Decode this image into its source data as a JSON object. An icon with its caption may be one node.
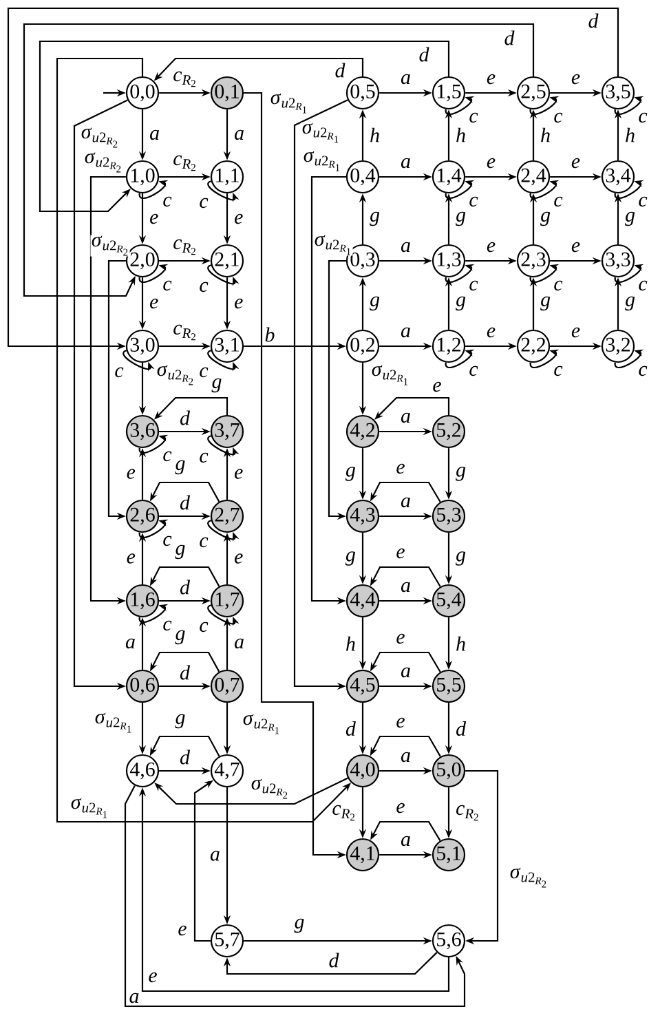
{
  "diagram": {
    "nodes": [
      {
        "text": [
          "0,0"
        ]
      },
      {
        "text": [
          "0,1"
        ]
      },
      {
        "text": [
          "0,5"
        ]
      },
      {
        "text": [
          "1,5"
        ]
      },
      {
        "text": [
          "2,5"
        ]
      },
      {
        "text": [
          "3,5"
        ]
      },
      {
        "text": [
          "1,0"
        ]
      },
      {
        "text": [
          "1,1"
        ]
      },
      {
        "text": [
          "0,4"
        ]
      },
      {
        "text": [
          "1,4"
        ]
      },
      {
        "text": [
          "2,4"
        ]
      },
      {
        "text": [
          "3,4"
        ]
      },
      {
        "text": [
          "2,0"
        ]
      },
      {
        "text": [
          "2,1"
        ]
      },
      {
        "text": [
          "0,3"
        ]
      },
      {
        "text": [
          "1,3"
        ]
      },
      {
        "text": [
          "2,3"
        ]
      },
      {
        "text": [
          "3,3"
        ]
      },
      {
        "text": [
          "3,0"
        ]
      },
      {
        "text": [
          "3,1"
        ]
      },
      {
        "text": [
          "0,2"
        ]
      },
      {
        "text": [
          "1,2"
        ]
      },
      {
        "text": [
          "2,2"
        ]
      },
      {
        "text": [
          "3,2"
        ]
      },
      {
        "text": [
          "3,6"
        ]
      },
      {
        "text": [
          "3,7"
        ]
      },
      {
        "text": [
          "4,2"
        ]
      },
      {
        "text": [
          "5,2"
        ]
      },
      {
        "text": [
          "2,6"
        ]
      },
      {
        "text": [
          "2,7"
        ]
      },
      {
        "text": [
          "4,3"
        ]
      },
      {
        "text": [
          "5,3"
        ]
      },
      {
        "text": [
          "1,6"
        ]
      },
      {
        "text": [
          "1,7"
        ]
      },
      {
        "text": [
          "4,4"
        ]
      },
      {
        "text": [
          "5,4"
        ]
      },
      {
        "text": [
          "0,6"
        ]
      },
      {
        "text": [
          "0,7"
        ]
      },
      {
        "text": [
          "4,5"
        ]
      },
      {
        "text": [
          "5,5"
        ]
      },
      {
        "text": [
          "4,6"
        ]
      },
      {
        "text": [
          "4,7"
        ]
      },
      {
        "text": [
          "4,0"
        ]
      },
      {
        "text": [
          "5,0"
        ]
      },
      {
        "text": [
          "4,1"
        ]
      },
      {
        "text": [
          "5,1"
        ]
      },
      {
        "text": [
          "5,7"
        ]
      },
      {
        "text": [
          "5,6"
        ]
      }
    ],
    "edges": [
      {
        "from": null,
        "to": 0,
        "arrow": "to"
      },
      {
        "from": 0,
        "to": 1,
        "arrow": "to",
        "label": "c_{R_2}"
      },
      {
        "from": 0,
        "to": 6,
        "arrow": "to",
        "label": "a"
      },
      {
        "from": 1,
        "to": 7,
        "arrow": "to",
        "label": "a"
      },
      {
        "from": 6,
        "to": 7,
        "arrow": "to",
        "label": "c_{R_2}"
      },
      {
        "from": 6,
        "to": 6,
        "arrow": "to",
        "label": "c"
      },
      {
        "from": 7,
        "to": 7,
        "arrow": "to",
        "label": "c"
      },
      {
        "from": 6,
        "to": 12,
        "arrow": "to",
        "label": "e"
      },
      {
        "from": 7,
        "to": 13,
        "arrow": "to",
        "label": "e"
      },
      {
        "from": 12,
        "to": 13,
        "arrow": "to",
        "label": "c_{R_2}"
      },
      {
        "from": 12,
        "to": 12,
        "arrow": "to",
        "label": "c"
      },
      {
        "from": 13,
        "to": 13,
        "arrow": "to",
        "label": "c"
      },
      {
        "from": 12,
        "to": 18,
        "arrow": "to",
        "label": "e"
      },
      {
        "from": 13,
        "to": 19,
        "arrow": "to",
        "label": "e"
      },
      {
        "from": 18,
        "to": 19,
        "arrow": "to",
        "label": "c_{R_2}"
      },
      {
        "from": 18,
        "to": 18,
        "arrow": "to",
        "label": "c"
      },
      {
        "from": 19,
        "to": 19,
        "arrow": "to",
        "label": "c"
      },
      {
        "from": 18,
        "to": 24,
        "arrow": "to",
        "label": "\\sigma_{u2_{R_2}}"
      },
      {
        "from": 19,
        "to": 20,
        "arrow": "to",
        "label": "b"
      },
      {
        "from": 1,
        "to": 44,
        "arrow": "to",
        "label": "\\sigma_{u2_{R_1}}"
      },
      {
        "from": 0,
        "to": 36,
        "arrow": "to",
        "label": "\\sigma_{u2_{R_2}}"
      },
      {
        "from": 6,
        "to": 32,
        "arrow": "to",
        "label": "\\sigma_{u2_{R_2}}"
      },
      {
        "from": 12,
        "to": 28,
        "arrow": "to",
        "label": "\\sigma_{u2_{R_2}}"
      },
      {
        "from": 0,
        "to": 42,
        "arrow": "to",
        "label": "\\sigma_{u2_{R_1}}"
      },
      {
        "from": 42,
        "to": 40,
        "arrow": "to",
        "label": "\\sigma_{u2_{R_2}}"
      },
      {
        "from": 36,
        "to": 40,
        "arrow": "to",
        "label": "\\sigma_{u2_{R_1}}"
      },
      {
        "from": 37,
        "to": 41,
        "arrow": "to",
        "label": "\\sigma_{u2_{R_1}}"
      },
      {
        "from": 2,
        "to": 0,
        "arrow": "to",
        "label": "d"
      },
      {
        "from": 3,
        "to": 6,
        "arrow": "to",
        "label": "d"
      },
      {
        "from": 4,
        "to": 12,
        "arrow": "to",
        "label": "d"
      },
      {
        "from": 5,
        "to": 18,
        "arrow": "to",
        "label": "d"
      },
      {
        "from": 2,
        "to": 3,
        "arrow": "to",
        "label": "a"
      },
      {
        "from": 3,
        "to": 4,
        "arrow": "to",
        "label": "e"
      },
      {
        "from": 4,
        "to": 5,
        "arrow": "to",
        "label": "e"
      },
      {
        "from": 8,
        "to": 9,
        "arrow": "to",
        "label": "a"
      },
      {
        "from": 9,
        "to": 10,
        "arrow": "to",
        "label": "e"
      },
      {
        "from": 10,
        "to": 11,
        "arrow": "to",
        "label": "e"
      },
      {
        "from": 14,
        "to": 15,
        "arrow": "to",
        "label": "a"
      },
      {
        "from": 15,
        "to": 16,
        "arrow": "to",
        "label": "e"
      },
      {
        "from": 16,
        "to": 17,
        "arrow": "to",
        "label": "e"
      },
      {
        "from": 20,
        "to": 21,
        "arrow": "to",
        "label": "a"
      },
      {
        "from": 21,
        "to": 22,
        "arrow": "to",
        "label": "e"
      },
      {
        "from": 22,
        "to": 23,
        "arrow": "to",
        "label": "e"
      },
      {
        "from": 8,
        "to": 2,
        "arrow": "to",
        "label": "h"
      },
      {
        "from": 9,
        "to": 3,
        "arrow": "to",
        "label": "h"
      },
      {
        "from": 10,
        "to": 4,
        "arrow": "to",
        "label": "h"
      },
      {
        "from": 11,
        "to": 5,
        "arrow": "to",
        "label": "h"
      },
      {
        "from": 14,
        "to": 8,
        "arrow": "to",
        "label": "g"
      },
      {
        "from": 15,
        "to": 9,
        "arrow": "to",
        "label": "g"
      },
      {
        "from": 16,
        "to": 10,
        "arrow": "to",
        "label": "g"
      },
      {
        "from": 17,
        "to": 11,
        "arrow": "to",
        "label": "g"
      },
      {
        "from": 20,
        "to": 14,
        "arrow": "to",
        "label": "g"
      },
      {
        "from": 21,
        "to": 15,
        "arrow": "to",
        "label": "g"
      },
      {
        "from": 22,
        "to": 16,
        "arrow": "to",
        "label": "g"
      },
      {
        "from": 23,
        "to": 17,
        "arrow": "to",
        "label": "g"
      },
      {
        "from": 3,
        "to": 3,
        "arrow": "to",
        "label": "c"
      },
      {
        "from": 4,
        "to": 4,
        "arrow": "to",
        "label": "c"
      },
      {
        "from": 5,
        "to": 5,
        "arrow": "to",
        "label": "c"
      },
      {
        "from": 9,
        "to": 9,
        "arrow": "to",
        "label": "c"
      },
      {
        "from": 10,
        "to": 10,
        "arrow": "to",
        "label": "c"
      },
      {
        "from": 11,
        "to": 11,
        "arrow": "to",
        "label": "c"
      },
      {
        "from": 15,
        "to": 15,
        "arrow": "to",
        "label": "c"
      },
      {
        "from": 16,
        "to": 16,
        "arrow": "to",
        "label": "c"
      },
      {
        "from": 17,
        "to": 17,
        "arrow": "to",
        "label": "c"
      },
      {
        "from": 21,
        "to": 21,
        "arrow": "to",
        "label": "c"
      },
      {
        "from": 22,
        "to": 22,
        "arrow": "to",
        "label": "c"
      },
      {
        "from": 23,
        "to": 23,
        "arrow": "to",
        "label": "c"
      },
      {
        "from": 2,
        "to": 38,
        "arrow": "to",
        "label": "\\sigma_{u2_{R_1}}"
      },
      {
        "from": 8,
        "to": 34,
        "arrow": "to",
        "label": "\\sigma_{u2_{R_1}}"
      },
      {
        "from": 14,
        "to": 30,
        "arrow": "to",
        "label": "\\sigma_{u2_{R_1}}"
      },
      {
        "from": 20,
        "to": 26,
        "arrow": "to",
        "label": "\\sigma_{u2_{R_1}}"
      },
      {
        "from": 26,
        "to": 27,
        "arrow": "to",
        "label": "a"
      },
      {
        "from": 27,
        "to": 26,
        "arrow": "to",
        "label": "e"
      },
      {
        "from": 26,
        "to": 30,
        "arrow": "to",
        "label": "g"
      },
      {
        "from": 27,
        "to": 31,
        "arrow": "to",
        "label": "g"
      },
      {
        "from": 30,
        "to": 31,
        "arrow": "to",
        "label": "a"
      },
      {
        "from": 31,
        "to": 30,
        "arrow": "to",
        "label": "e"
      },
      {
        "from": 30,
        "to": 34,
        "arrow": "to",
        "label": "g"
      },
      {
        "from": 31,
        "to": 35,
        "arrow": "to",
        "label": "g"
      },
      {
        "from": 34,
        "to": 35,
        "arrow": "to",
        "label": "a"
      },
      {
        "from": 35,
        "to": 34,
        "arrow": "to",
        "label": "e"
      },
      {
        "from": 34,
        "to": 38,
        "arrow": "to",
        "label": "h"
      },
      {
        "from": 35,
        "to": 39,
        "arrow": "to",
        "label": "h"
      },
      {
        "from": 38,
        "to": 39,
        "arrow": "to",
        "label": "a"
      },
      {
        "from": 39,
        "to": 38,
        "arrow": "to",
        "label": "e"
      },
      {
        "from": 38,
        "to": 42,
        "arrow": "to",
        "label": "d"
      },
      {
        "from": 39,
        "to": 43,
        "arrow": "to",
        "label": "d"
      },
      {
        "from": 42,
        "to": 43,
        "arrow": "to",
        "label": "a"
      },
      {
        "from": 43,
        "to": 42,
        "arrow": "to",
        "label": "e"
      },
      {
        "from": 42,
        "to": 44,
        "arrow": "to",
        "label": "c_{R_2}"
      },
      {
        "from": 43,
        "to": 45,
        "arrow": "to",
        "label": "c_{R_2}"
      },
      {
        "from": 44,
        "to": 45,
        "arrow": "to",
        "label": "a"
      },
      {
        "from": 45,
        "to": 44,
        "arrow": "to",
        "label": "e"
      },
      {
        "from": 43,
        "to": 47,
        "arrow": "to",
        "label": "\\sigma_{u2_{R_2}}"
      },
      {
        "from": 24,
        "to": 25,
        "arrow": "to",
        "label": "d"
      },
      {
        "from": 25,
        "to": 24,
        "arrow": "to",
        "label": "g"
      },
      {
        "from": 28,
        "to": 29,
        "arrow": "to",
        "label": "d"
      },
      {
        "from": 29,
        "to": 28,
        "arrow": "to",
        "label": "g"
      },
      {
        "from": 32,
        "to": 33,
        "arrow": "to",
        "label": "d"
      },
      {
        "from": 33,
        "to": 32,
        "arrow": "to",
        "label": "g"
      },
      {
        "from": 36,
        "to": 37,
        "arrow": "to",
        "label": "d"
      },
      {
        "from": 37,
        "to": 36,
        "arrow": "to",
        "label": "g"
      },
      {
        "from": 28,
        "to": 24,
        "arrow": "to",
        "label": "e"
      },
      {
        "from": 29,
        "to": 25,
        "arrow": "to",
        "label": "e"
      },
      {
        "from": 32,
        "to": 28,
        "arrow": "to",
        "label": "e"
      },
      {
        "from": 33,
        "to": 29,
        "arrow": "to",
        "label": "e"
      },
      {
        "from": 36,
        "to": 32,
        "arrow": "to",
        "label": "a"
      },
      {
        "from": 37,
        "to": 33,
        "arrow": "to",
        "label": "a"
      },
      {
        "from": 24,
        "to": 24,
        "arrow": "to",
        "label": "c"
      },
      {
        "from": 25,
        "to": 25,
        "arrow": "to",
        "label": "c"
      },
      {
        "from": 28,
        "to": 28,
        "arrow": "to",
        "label": "c"
      },
      {
        "from": 29,
        "to": 29,
        "arrow": "to",
        "label": "c"
      },
      {
        "from": 32,
        "to": 32,
        "arrow": "to",
        "label": "c"
      },
      {
        "from": 33,
        "to": 33,
        "arrow": "to",
        "label": "c"
      },
      {
        "from": 40,
        "to": 41,
        "arrow": "to",
        "label": "d"
      },
      {
        "from": 41,
        "to": 40,
        "arrow": "to",
        "label": "g"
      },
      {
        "from": 41,
        "to": 46,
        "arrow": "to",
        "label": "a"
      },
      {
        "from": 46,
        "to": 41,
        "arrow": "to",
        "label": "e"
      },
      {
        "from": 46,
        "to": 47,
        "arrow": "to",
        "label": "g"
      },
      {
        "from": 47,
        "to": 46,
        "arrow": "to",
        "label": "d"
      },
      {
        "from": 47,
        "to": 40,
        "arrow": "to",
        "label": "e"
      },
      {
        "from": 40,
        "to": 47,
        "arrow": "to",
        "label": "a"
      }
    ]
  }
}
